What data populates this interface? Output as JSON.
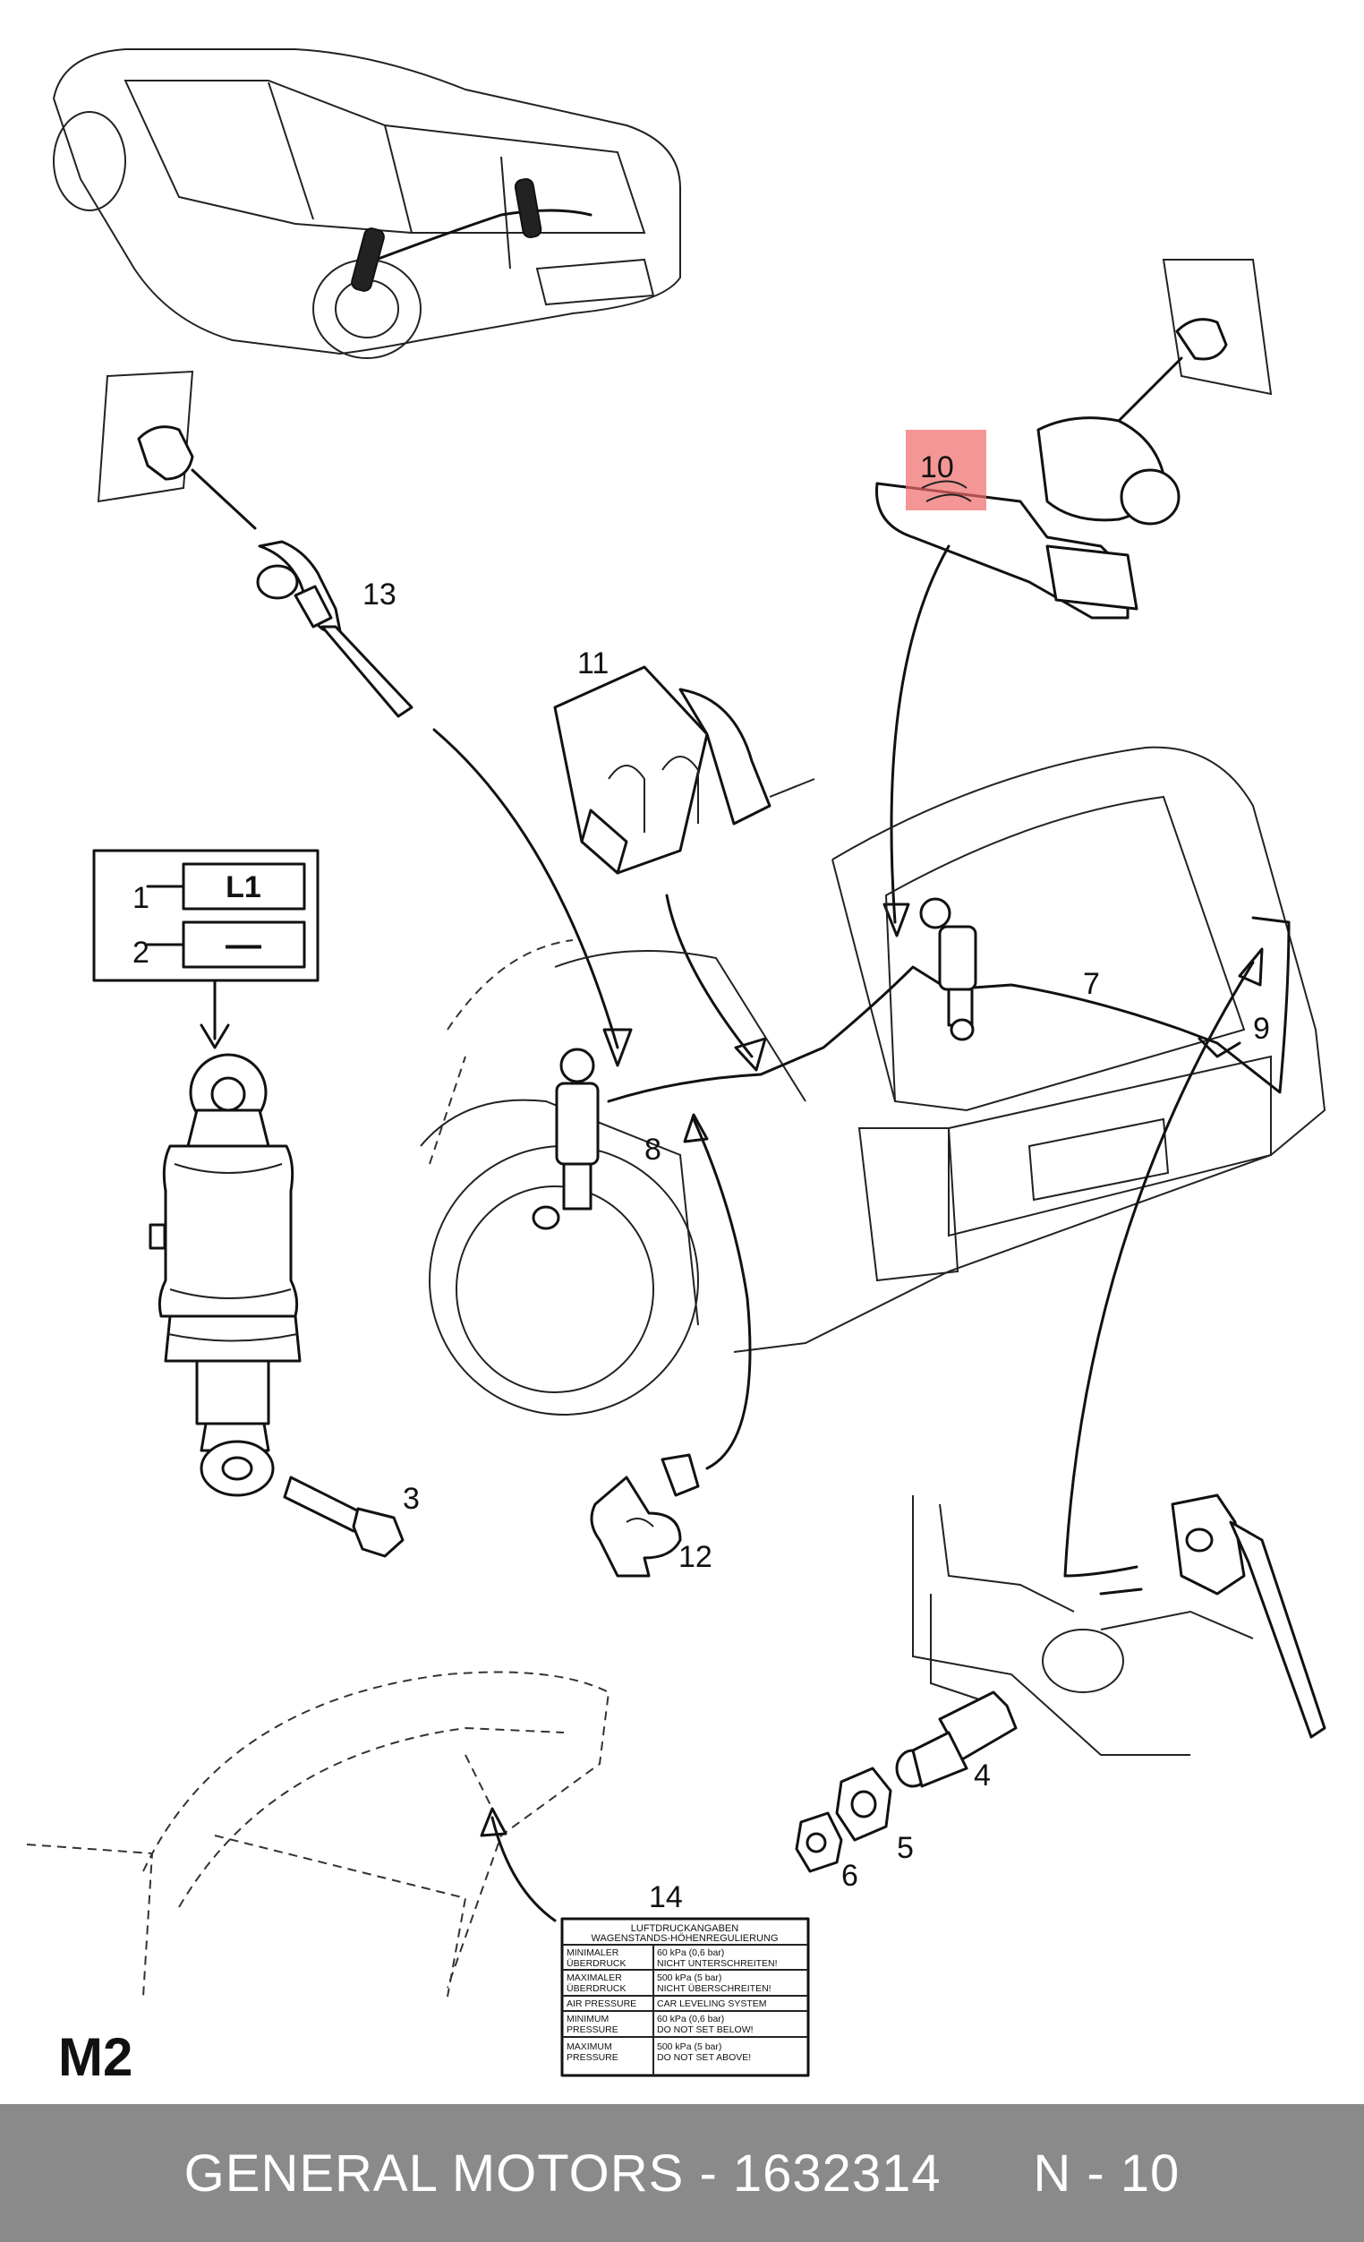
{
  "diagram": {
    "page_label": "M2",
    "callouts": {
      "c1": "1",
      "c2": "2",
      "c3": "3",
      "c4": "4",
      "c5": "5",
      "c6": "6",
      "c7": "7",
      "c8": "8",
      "c9": "9",
      "c10": "10",
      "c11": "11",
      "c12": "12",
      "c13": "13",
      "c14": "14"
    },
    "connector_table": {
      "row1": "L1",
      "row2": "—"
    },
    "highlight_color": "#f06a6a"
  },
  "pressure_label": {
    "title1": "LUFTDRUCKANGABEN",
    "title2": "WAGENSTANDS-HÖHENREGULIERUNG",
    "rows": [
      {
        "left": "MINIMALER",
        "left2": "ÜBERDRUCK",
        "right": "60 kPa (0,6 bar)",
        "right2": "NICHT UNTERSCHREITEN!"
      },
      {
        "left": "MAXIMALER",
        "left2": "ÜBERDRUCK",
        "right": "500 kPa (5 bar)",
        "right2": "NICHT ÜBERSCHREITEN!"
      },
      {
        "left": "AIR PRESSURE",
        "left2": "",
        "right": "CAR LEVELING SYSTEM",
        "right2": ""
      },
      {
        "left": "MINIMUM",
        "left2": "PRESSURE",
        "right": "60 kPa (0,6 bar)",
        "right2": "DO NOT SET BELOW!"
      },
      {
        "left": "MAXIMUM",
        "left2": "PRESSURE",
        "right": "500 kPa (5 bar)",
        "right2": "DO NOT SET ABOVE!"
      }
    ]
  },
  "footer": {
    "brand": "GENERAL MOTORS",
    "separator": " - ",
    "part_number": "1632314",
    "gap": "      ",
    "section": "N - 10"
  }
}
